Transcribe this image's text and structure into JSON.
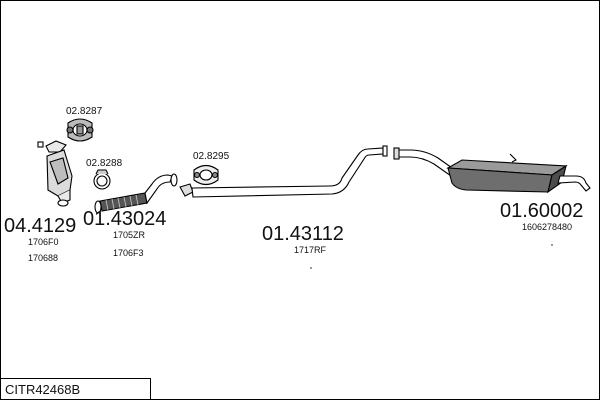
{
  "footer": {
    "diagram_code": "CITR42468B"
  },
  "parts": [
    {
      "part_no": "04.4129",
      "refs": [
        "1706F0",
        "170688"
      ]
    },
    {
      "part_no": "01.43024",
      "refs": [
        "1705ZR",
        "1706F3"
      ]
    },
    {
      "part_no": "01.43112",
      "refs": [
        "1717RF"
      ]
    },
    {
      "part_no": "01.60002",
      "refs": [
        "1606278480"
      ]
    }
  ],
  "fittings": [
    {
      "code": "02.8287"
    },
    {
      "code": "02.8288"
    },
    {
      "code": "02.8295"
    }
  ]
}
